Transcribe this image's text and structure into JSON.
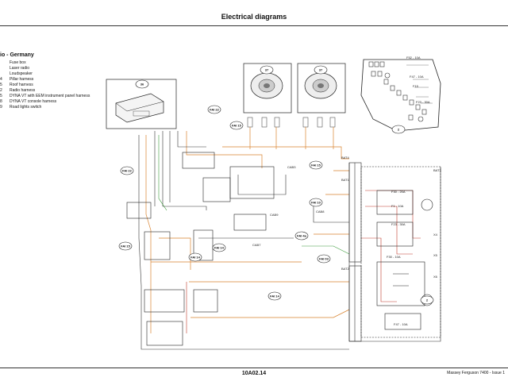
{
  "header": {
    "title": "Electrical diagrams"
  },
  "legend": {
    "title": "io - Germany",
    "items": [
      {
        "code": "",
        "label": "Fuse box"
      },
      {
        "code": "",
        "label": "Laser radio"
      },
      {
        "code": "",
        "label": "Loudspeaker"
      },
      {
        "code": "4",
        "label": "Pillar harness"
      },
      {
        "code": "5",
        "label": "Roof harness"
      },
      {
        "code": "2",
        "label": "Radio harness"
      },
      {
        "code": "5",
        "label": "DYNA VT with EEM instrument panel harness"
      },
      {
        "code": "8",
        "label": "DYNA VT console harness"
      },
      {
        "code": "9",
        "label": "Road lights switch"
      }
    ]
  },
  "diagram": {
    "component_labels": [
      "36",
      "37",
      "37",
      "2",
      "2"
    ],
    "fai_labels": [
      "FAI 22",
      "FAI 15",
      "FAI 22",
      "FAI 15",
      "FAI 10",
      "FAI 15",
      "FAI 14",
      "FAI 4a",
      "FAI 03",
      "FAI 14",
      "FAI 14"
    ],
    "connector_labels": [
      "BAT1",
      "BAT2",
      "BAT3",
      "BAT4",
      "CAB3",
      "CAB7",
      "CAB8",
      "CAB9",
      "X4",
      "X5",
      "X6"
    ],
    "fuse_labels": [
      "F30 - 20A",
      "F1 - 10A",
      "F23 - 30A",
      "F30 - 10A",
      "F47 - 10A",
      "F52 - 10A",
      "F47 - 10A",
      "F15",
      "F23 - 30A"
    ]
  },
  "footer": {
    "page_code": "10A02.14",
    "publication": "Massey Ferguson 7400 - Issue 1"
  }
}
